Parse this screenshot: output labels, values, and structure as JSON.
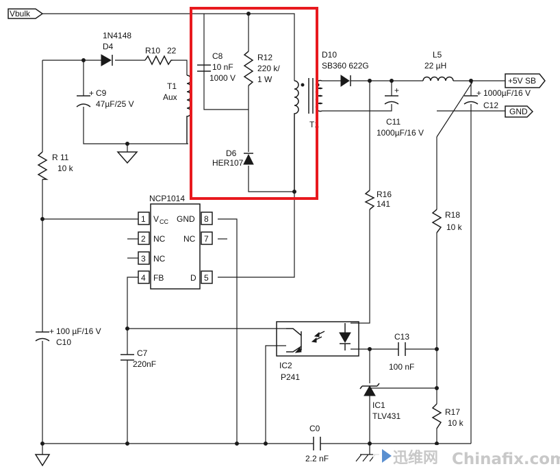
{
  "nets": {
    "vbulk": "Vbulk",
    "out5v": "+5V SB",
    "gnd": "GND"
  },
  "components": {
    "d4": {
      "ref": "D4",
      "value": "1N4148"
    },
    "r10": {
      "ref": "R10",
      "value": "22"
    },
    "c9": {
      "ref": "C9",
      "value": "47µF/25 V"
    },
    "t1": {
      "ref": "T1",
      "winding": "Aux",
      "ref_sec": "T1"
    },
    "c8": {
      "ref": "C8",
      "value": "10 nF",
      "value2": "1000 V"
    },
    "r12": {
      "ref": "R12",
      "value": "220 k/",
      "value2": "1 W"
    },
    "d6": {
      "ref": "D6",
      "value": "HER107"
    },
    "r11": {
      "ref": "R 11",
      "value": "10 k"
    },
    "d10": {
      "ref": "D10",
      "value": "SB360  622G"
    },
    "l5": {
      "ref": "L5",
      "value": "22 µH"
    },
    "c11": {
      "ref": "C11",
      "value": "1000µF/16 V"
    },
    "c12": {
      "ref": "C12",
      "value": "1000µF/16 V"
    },
    "r16": {
      "ref": "R16",
      "value": "141"
    },
    "r18": {
      "ref": "R18",
      "value": "10 k"
    },
    "c10": {
      "ref": "C10",
      "value": "100 µF/16 V"
    },
    "c7": {
      "ref": "C7",
      "value": "220nF"
    },
    "ic2": {
      "ref": "IC2",
      "value": "P241"
    },
    "c13": {
      "ref": "C13",
      "value": "100 nF"
    },
    "ic1": {
      "ref": "IC1",
      "value": "TLV431"
    },
    "r17": {
      "ref": "R17",
      "value": "10 k"
    },
    "c0": {
      "ref": "C0",
      "value": "2.2 nF"
    }
  },
  "ic": {
    "name": "NCP1014",
    "pins_left": [
      {
        "num": "1",
        "name": "V",
        "sub": "CC"
      },
      {
        "num": "2",
        "name": "NC"
      },
      {
        "num": "3",
        "name": "NC"
      },
      {
        "num": "4",
        "name": "FB"
      }
    ],
    "pins_right": [
      {
        "num": "8",
        "name": "GND"
      },
      {
        "num": "7",
        "name": "NC"
      },
      {
        "num": "5",
        "name": "D"
      }
    ]
  },
  "polarity": {
    "plus": "+"
  },
  "watermark": {
    "left": "迅维网",
    "right": "Chinafix.com"
  },
  "colors": {
    "highlight": "#e8191e",
    "ink": "#1a1a1a",
    "watermark": "#c8c8c8"
  }
}
